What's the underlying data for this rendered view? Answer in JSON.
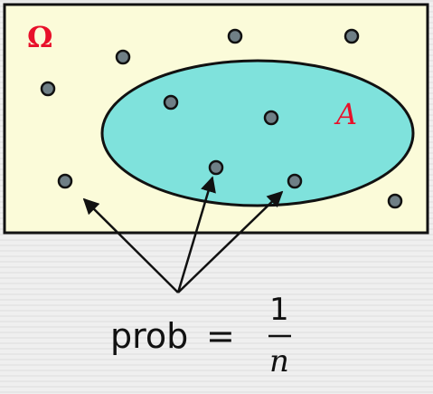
{
  "diagram": {
    "sample_space_label": "Ω",
    "event_label": "A",
    "colors": {
      "sample_space_fill": "#fbfbd9",
      "event_fill": "#7fe2dc",
      "label_red": "#e8102a",
      "point_fill": "#6f7f86",
      "stroke": "#111111"
    }
  },
  "formula": {
    "lhs": "prob",
    "equals": "=",
    "numerator": "1",
    "denominator": "n"
  }
}
